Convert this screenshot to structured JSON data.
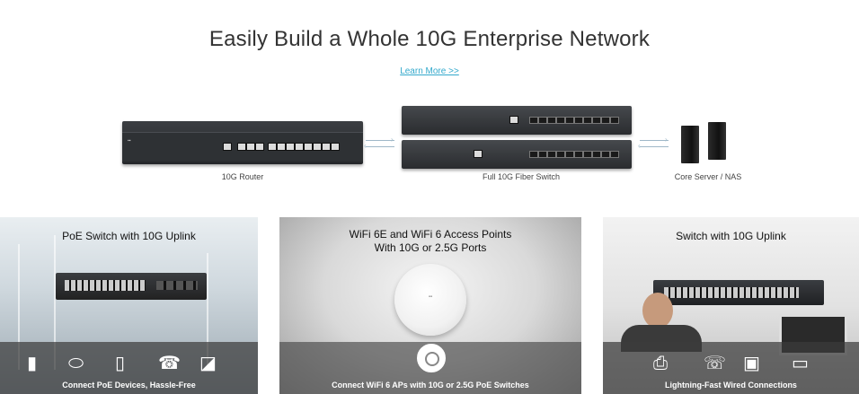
{
  "hero": {
    "title": "Easily Build a Whole 10G Enterprise Network",
    "learn_more": "Learn More >>"
  },
  "devices": [
    {
      "label": "10G Router",
      "icon": "router-icon"
    },
    {
      "label": "Full 10G Fiber Switch",
      "icon": "switch-icon"
    },
    {
      "label": "Core Server / NAS",
      "icon": "server-icon"
    }
  ],
  "panels": [
    {
      "title": "PoE Switch with 10G Uplink",
      "caption": "Connect PoE Devices, Hassle-Free",
      "icons": [
        "pole-icon",
        "access-point-icon",
        "wall-plate-icon",
        "ip-phone-icon",
        "camera-icon"
      ]
    },
    {
      "title_line1": "WiFi 6E and WiFi 6 Access Points",
      "title_line2": "With 10G or 2.5G Ports",
      "caption": "Connect WiFi 6 APs with 10G or 2.5G PoE Switches",
      "icons": [
        "wifi-icon"
      ]
    },
    {
      "title": "Switch with 10G Uplink",
      "caption": "Lightning-Fast Wired Connections",
      "icons": [
        "printer-icon",
        "phone-icon",
        "desktop-icon",
        "monitor-icon"
      ]
    }
  ],
  "colors": {
    "link": "#33a9cc",
    "heading": "#333333",
    "bar": "#3c3c3c"
  }
}
